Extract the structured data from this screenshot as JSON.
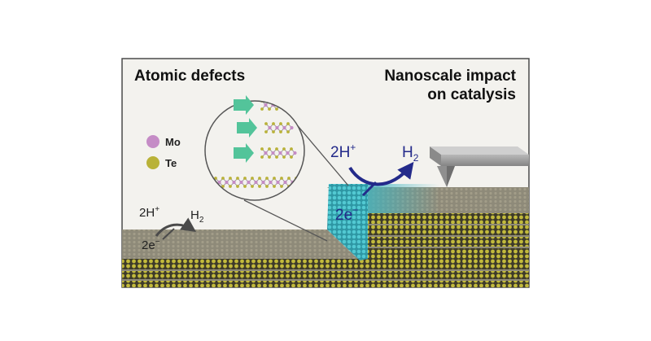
{
  "labels": {
    "title_left": "Atomic defects",
    "title_right_line1": "Nanoscale impact",
    "title_right_line2": "on catalysis",
    "legend_mo": "Mo",
    "legend_te": "Te",
    "left_reactant": "2H",
    "left_reactant_sup": "+",
    "left_product": "H",
    "left_product_sub": "2",
    "left_electrons": "2e",
    "left_electrons_sup": "−",
    "right_reactant": "2H",
    "right_reactant_sup": "+",
    "right_product": "H",
    "right_product_sub": "2",
    "right_electrons": "2e",
    "right_electrons_sup": "−"
  },
  "colors": {
    "panel_bg": "#f3f2ee",
    "surface_gray": "#8e8a79",
    "mo_pink": "#c58cc6",
    "te_olive": "#b9b238",
    "arrow_green": "#53c49a",
    "defect_cyan": "#3fb6c2",
    "dark_blue": "#232a8a",
    "arrow_gray": "#4a4a4a",
    "tip_gray": "#9a9a9a"
  }
}
